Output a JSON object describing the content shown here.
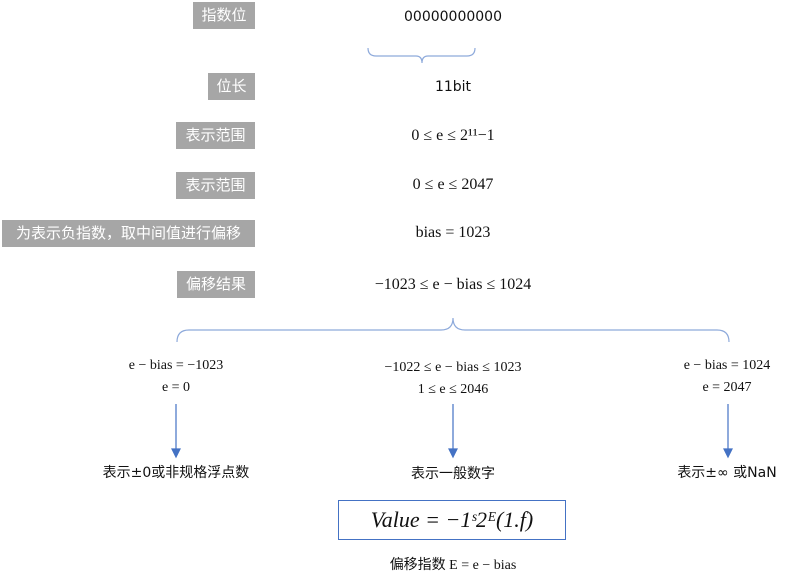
{
  "rows": [
    {
      "label": "指数位",
      "value": "00000000000"
    },
    {
      "label": "位长",
      "value": "11bit"
    },
    {
      "label": "表示范围",
      "value": "0 ≤ e ≤  2¹¹−1"
    },
    {
      "label": "表示范围",
      "value": "0 ≤ e ≤  2047"
    },
    {
      "label": "为表示负指数，取中间值进行偏移",
      "value": "bias = 1023"
    },
    {
      "label": "偏移结果",
      "value": "−1023 ≤ e − bias ≤ 1024"
    }
  ],
  "branches": [
    {
      "line1": "e − bias = −1023",
      "line2": "e = 0",
      "result": "表示±0或非规格浮点数"
    },
    {
      "line1": "−1022 ≤ e − bias ≤ 1023",
      "line2": "1 ≤ e ≤ 2046",
      "result": "表示一般数字"
    },
    {
      "line1": "e − bias = 1024",
      "line2": "e = 2047",
      "result": "表示±∞ 或NaN"
    }
  ],
  "formula": "Value =  −1ˢ2ᴱ(1.f)",
  "caption": "偏移指数 E = e − bias",
  "colors": {
    "label_bg": "#a6a6a6",
    "accent": "#4472c4"
  }
}
